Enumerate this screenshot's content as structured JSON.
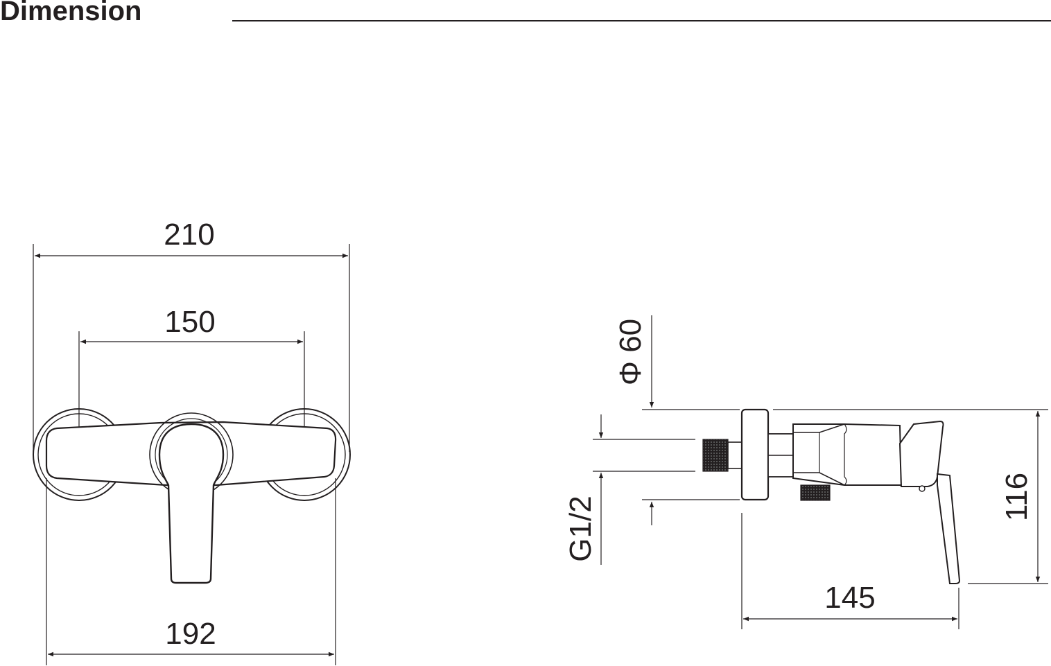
{
  "header": {
    "title": "Dimension"
  },
  "front_view": {
    "overall_width": "210",
    "center_distance": "150",
    "base_width": "192"
  },
  "side_view": {
    "flange_diameter": "Φ 60",
    "thread": "G1/2",
    "height": "116",
    "depth": "145"
  },
  "colors": {
    "line": "#231f20",
    "background": "#ffffff"
  }
}
